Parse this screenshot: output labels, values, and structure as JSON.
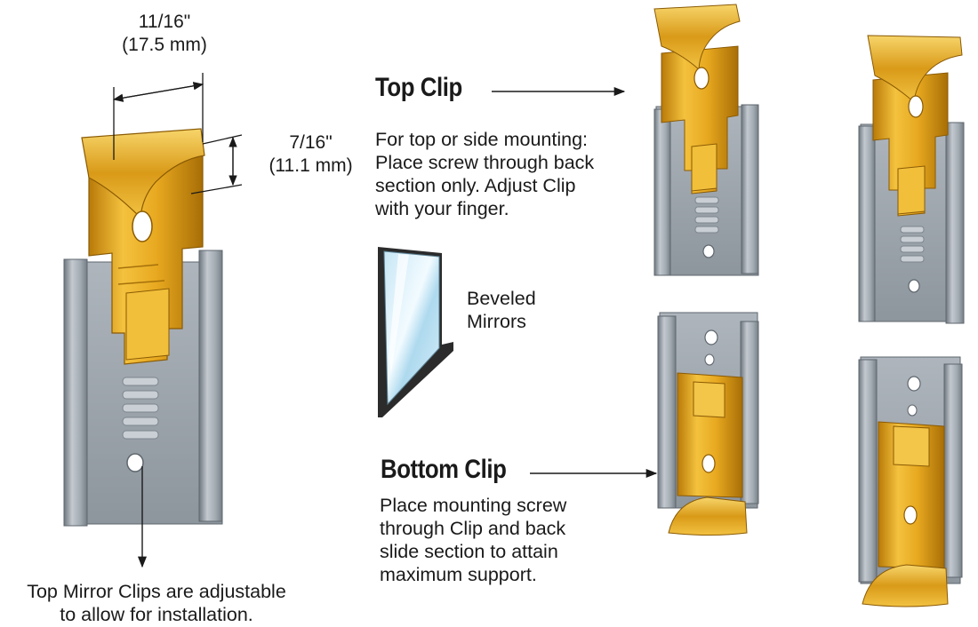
{
  "dimensions": {
    "width_label": "11/16\"",
    "width_metric": "(17.5 mm)",
    "height_label": "7/16\"",
    "height_metric": "(11.1 mm)"
  },
  "top_clip": {
    "title": "Top Clip",
    "lines": [
      "For top or side mounting:",
      "Place screw through back",
      "section only.  Adjust Clip",
      "with your finger."
    ]
  },
  "mirror": {
    "lines": [
      "Beveled",
      "Mirrors"
    ]
  },
  "bottom_clip": {
    "title": "Bottom Clip",
    "lines": [
      "Place mounting screw",
      "through Clip and back",
      "slide section to attain",
      "maximum support."
    ]
  },
  "caption": {
    "lines": [
      "Top Mirror Clips are adjustable",
      "to allow for installation."
    ]
  },
  "colors": {
    "brass": "#e0a21c",
    "steel": "#9aa3ab"
  }
}
